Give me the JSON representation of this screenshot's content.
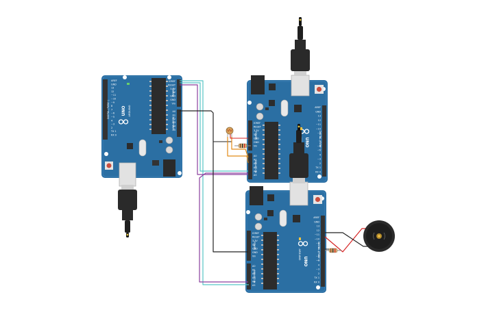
{
  "boards": [
    {
      "id": "board-left",
      "brand": "UNO",
      "maker": "ARDUINO",
      "header_power": "POWER",
      "header_analog": "ANALOG IN",
      "header_digital": "DIGITAL (PWM~)",
      "power_pins": [
        "IOREF",
        "RESET",
        "3.3V",
        "5V",
        "GND",
        "GND",
        "Vin"
      ],
      "analog_pins": [
        "A0",
        "A1",
        "A2",
        "A3",
        "A4",
        "A5"
      ],
      "digital_pins": [
        "AREF",
        "GND",
        "13",
        "12",
        "~11",
        "~10",
        "~9",
        "8",
        "7",
        "~6",
        "~5",
        "4",
        "~3",
        "2",
        "TX 1",
        "RX 0"
      ]
    },
    {
      "id": "board-top-right",
      "brand": "UNO",
      "maker": "ARDUINO",
      "header_power": "POWER",
      "header_analog": "ANALOG IN",
      "header_digital": "DIGITAL (PWM~)",
      "power_pins": [
        "IOREF",
        "RESET",
        "3.3V",
        "5V",
        "GND",
        "GND",
        "Vin"
      ],
      "analog_pins": [
        "A0",
        "A1",
        "A2",
        "A3",
        "A4",
        "A5"
      ],
      "digital_pins": [
        "AREF",
        "GND",
        "13",
        "12",
        "~11",
        "~10",
        "~9",
        "8",
        "7",
        "~6",
        "~5",
        "4",
        "~3",
        "2",
        "TX 1",
        "RX 0"
      ]
    },
    {
      "id": "board-bottom-right",
      "brand": "UNO",
      "maker": "ARDUINO",
      "header_power": "POWER",
      "header_analog": "ANALOG IN",
      "header_digital": "DIGITAL (PWM~)",
      "power_pins": [
        "IOREF",
        "RESET",
        "3.3V",
        "5V",
        "GND",
        "GND",
        "Vin"
      ],
      "analog_pins": [
        "A0",
        "A1",
        "A2",
        "A3",
        "A4",
        "A5"
      ],
      "digital_pins": [
        "AREF",
        "GND",
        "13",
        "12",
        "~11",
        "~10",
        "~9",
        "8",
        "7",
        "~6",
        "~5",
        "4",
        "~3",
        "2",
        "TX 1",
        "RX 0"
      ]
    }
  ],
  "components": [
    {
      "type": "photoresistor"
    },
    {
      "type": "resistor"
    },
    {
      "type": "resistor"
    },
    {
      "type": "piezo-buzzer"
    },
    {
      "type": "usb-cable"
    },
    {
      "type": "usb-cable"
    },
    {
      "type": "usb-cable"
    }
  ],
  "colors": {
    "board": "#2b6fa3",
    "board_dark": "#1f5a87",
    "header": "#333333",
    "chip": "#2c2c2c",
    "wire_cyan": "#56c5c6",
    "wire_purple": "#8a3f9e",
    "wire_black": "#222222",
    "wire_orange": "#e28a16",
    "wire_red": "#d62424",
    "reset_button": "#c94e3f",
    "usb_metal": "#e2e2e2"
  }
}
